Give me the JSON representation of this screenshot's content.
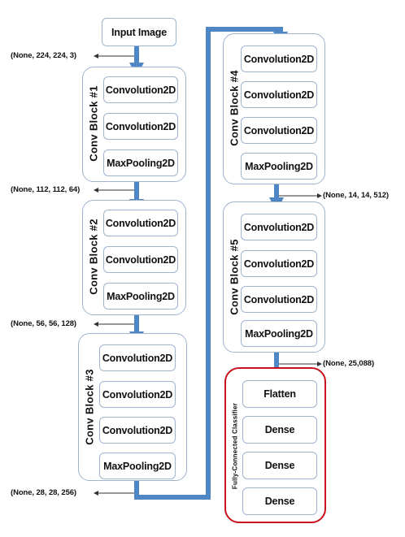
{
  "input": {
    "label": "Input Image",
    "shape": "(None, 224, 224, 3)"
  },
  "blocks": [
    {
      "label": "Conv Block #1",
      "layers": [
        "Convolution2D",
        "Convolution2D",
        "MaxPooling2D"
      ],
      "output_shape": "(None, 112, 112, 64)"
    },
    {
      "label": "Conv Block #2",
      "layers": [
        "Convolution2D",
        "Convolution2D",
        "MaxPooling2D"
      ],
      "output_shape": "(None, 56, 56, 128)"
    },
    {
      "label": "Conv Block #3",
      "layers": [
        "Convolution2D",
        "Convolution2D",
        "Convolution2D",
        "MaxPooling2D"
      ],
      "output_shape": "(None, 28, 28, 256)"
    },
    {
      "label": "Conv Block #4",
      "layers": [
        "Convolution2D",
        "Convolution2D",
        "Convolution2D",
        "MaxPooling2D"
      ],
      "output_shape": "(None, 14, 14, 512)"
    },
    {
      "label": "Conv Block #5",
      "layers": [
        "Convolution2D",
        "Convolution2D",
        "Convolution2D",
        "MaxPooling2D"
      ],
      "output_shape": "(None, 25,088)"
    }
  ],
  "classifier": {
    "label": "Fully-Connected Classifier",
    "layers": [
      "Flatten",
      "Dense",
      "Dense",
      "Dense"
    ]
  },
  "colors": {
    "flow_arrow": "#4f86c6",
    "box_border": "#9fb4cf",
    "classifier_border": "#c8111c"
  }
}
